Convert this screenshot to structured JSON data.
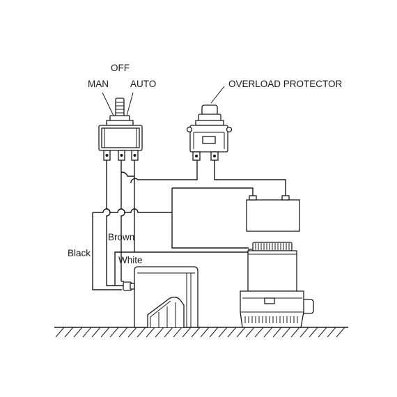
{
  "switch": {
    "label_off": "OFF",
    "label_man": "MAN",
    "label_auto": "AUTO"
  },
  "breaker": {
    "label": "OVERLOAD PROTECTOR"
  },
  "battery": {
    "minus": "−",
    "plus": "+"
  },
  "wires": {
    "brown": "Brown",
    "black": "Black",
    "white": "White"
  }
}
